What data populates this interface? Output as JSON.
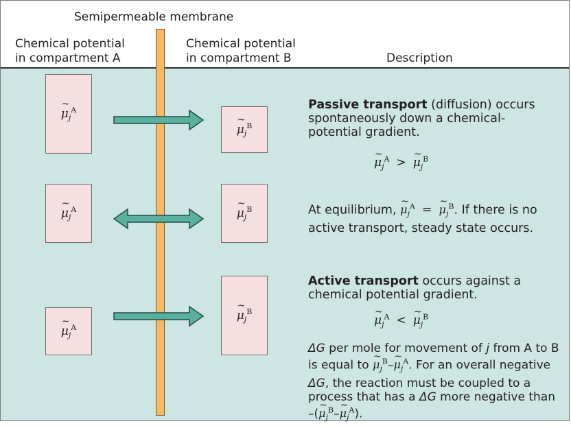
{
  "header": {
    "membrane": "Semipermeable membrane",
    "compartment_a": [
      "Chemical potential",
      "in compartment A"
    ],
    "compartment_b": [
      "Chemical potential",
      "in compartment B"
    ],
    "description": "Description"
  },
  "symbols": {
    "mu": "μ",
    "sub": "j",
    "sup_a": "A",
    "sup_b": "B"
  },
  "rows": [
    {
      "title": "Passive transport",
      "text": " (diffusion) occurs spontaneously down a chemical-potential gradient.",
      "relation": ">",
      "arrow": "right"
    },
    {
      "text_prefix": "At equilibrium,",
      "relation": "=",
      "text_suffix": ". If there is no active transport, steady state occurs.",
      "arrow": "both"
    },
    {
      "title": "Active transport",
      "text": " occurs against a chemical potential gradient.",
      "relation": "<",
      "arrow": "right",
      "note": {
        "delta_g": "ΔG",
        "p1": " per mole for movement of ",
        "j": "j",
        "p2": " from A to B is equal to ",
        "minus": "–",
        "p3": ". For an overall negative ",
        "p4": ", the reaction must be coupled to a process that has a ",
        "p5": " more negative than ",
        "neg_open": "–(",
        "close": ")."
      }
    }
  ],
  "colors": {
    "panel": "#cde5e3",
    "membrane": "#f3bb63",
    "box": "#f6dfe1",
    "arrow_fill": "#5aaf9e",
    "arrow_stroke": "#1f4f47"
  }
}
